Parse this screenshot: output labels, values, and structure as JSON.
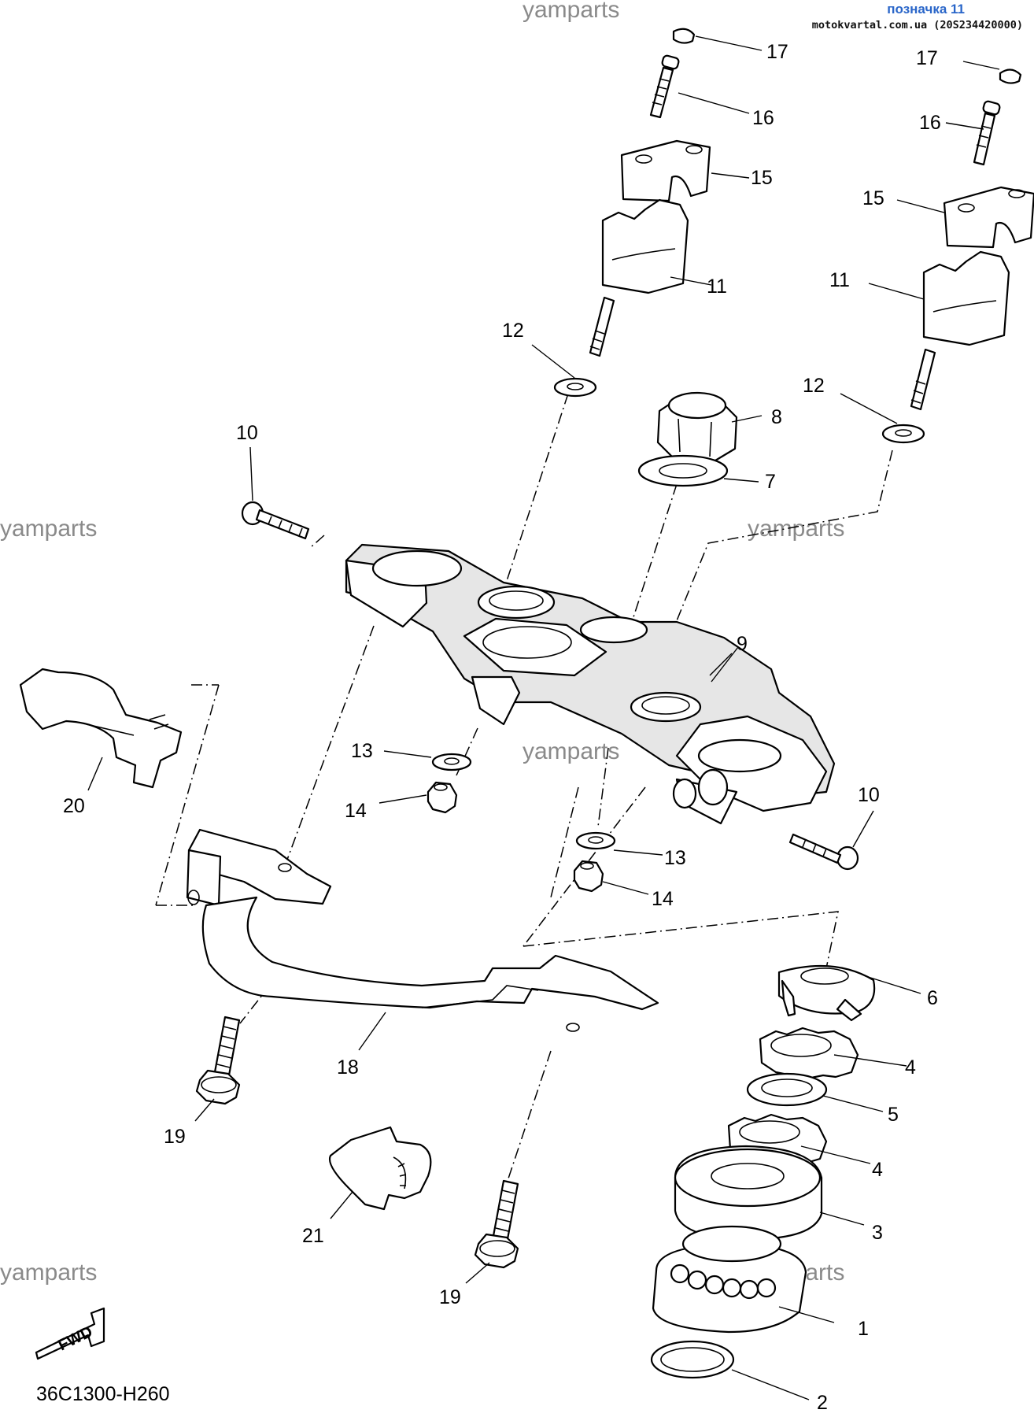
{
  "header": {
    "designation": "позначка 11",
    "source": "motokvartal.com.ua (20S234420000)"
  },
  "watermarks": [
    "yamparts",
    "yamparts",
    "yamparts",
    "yamparts",
    "yamparts",
    "yamparts"
  ],
  "diagram_code": "36C1300-H260",
  "fwd_label": "FWD",
  "callouts": [
    "1",
    "2",
    "3",
    "4",
    "4",
    "5",
    "6",
    "7",
    "8",
    "9",
    "10",
    "10",
    "11",
    "11",
    "12",
    "12",
    "13",
    "13",
    "14",
    "14",
    "15",
    "15",
    "16",
    "16",
    "17",
    "17",
    "18",
    "19",
    "19",
    "20",
    "21"
  ]
}
